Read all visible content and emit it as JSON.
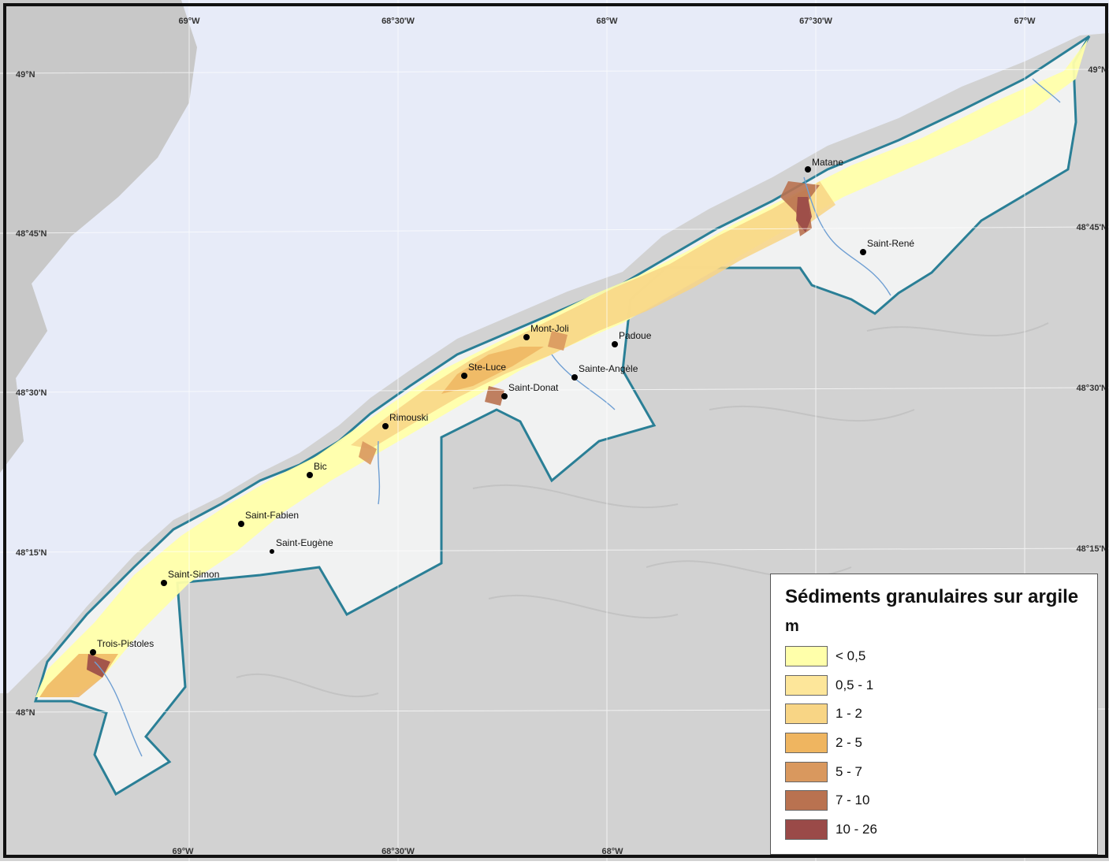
{
  "map": {
    "graticule_top": [
      "69°W",
      "68°30'W",
      "68°W",
      "67°30'W",
      "67°W"
    ],
    "graticule_bottom": [
      "69°W",
      "68°30'W",
      "68°W"
    ],
    "graticule_left": [
      "49°N",
      "48°45'N",
      "48°30'N",
      "48°15'N",
      "48°N"
    ],
    "graticule_right": [
      "49°N",
      "48°45'N",
      "48°30'N",
      "48°15'N"
    ],
    "towns": [
      {
        "name": "Matane"
      },
      {
        "name": "Saint-René"
      },
      {
        "name": "Mont-Joli"
      },
      {
        "name": "Padoue"
      },
      {
        "name": "Sainte-Angèle"
      },
      {
        "name": "Ste-Luce"
      },
      {
        "name": "Saint-Donat"
      },
      {
        "name": "Rimouski"
      },
      {
        "name": "Bic"
      },
      {
        "name": "Saint-Fabien"
      },
      {
        "name": "Saint-Eugène"
      },
      {
        "name": "Saint-Simon"
      },
      {
        "name": "Trois-Pistoles"
      }
    ],
    "colors": {
      "water": "#e7ebf8",
      "land": "#d2d2d2",
      "study_area": "#f1f2f2",
      "boundary": "#2a7f96"
    }
  },
  "legend": {
    "title": "Sédiments granulaires sur argile",
    "unit": "m",
    "classes": [
      {
        "label": "< 0,5",
        "color": "#ffffaa"
      },
      {
        "label": "0,5 - 1",
        "color": "#fde69a"
      },
      {
        "label": "1 - 2",
        "color": "#f8d585"
      },
      {
        "label": "2 - 5",
        "color": "#efb560"
      },
      {
        "label": "5 - 7",
        "color": "#d9985e"
      },
      {
        "label": "7 - 10",
        "color": "#b97250"
      },
      {
        "label": "10 - 26",
        "color": "#9a4a48"
      }
    ]
  }
}
